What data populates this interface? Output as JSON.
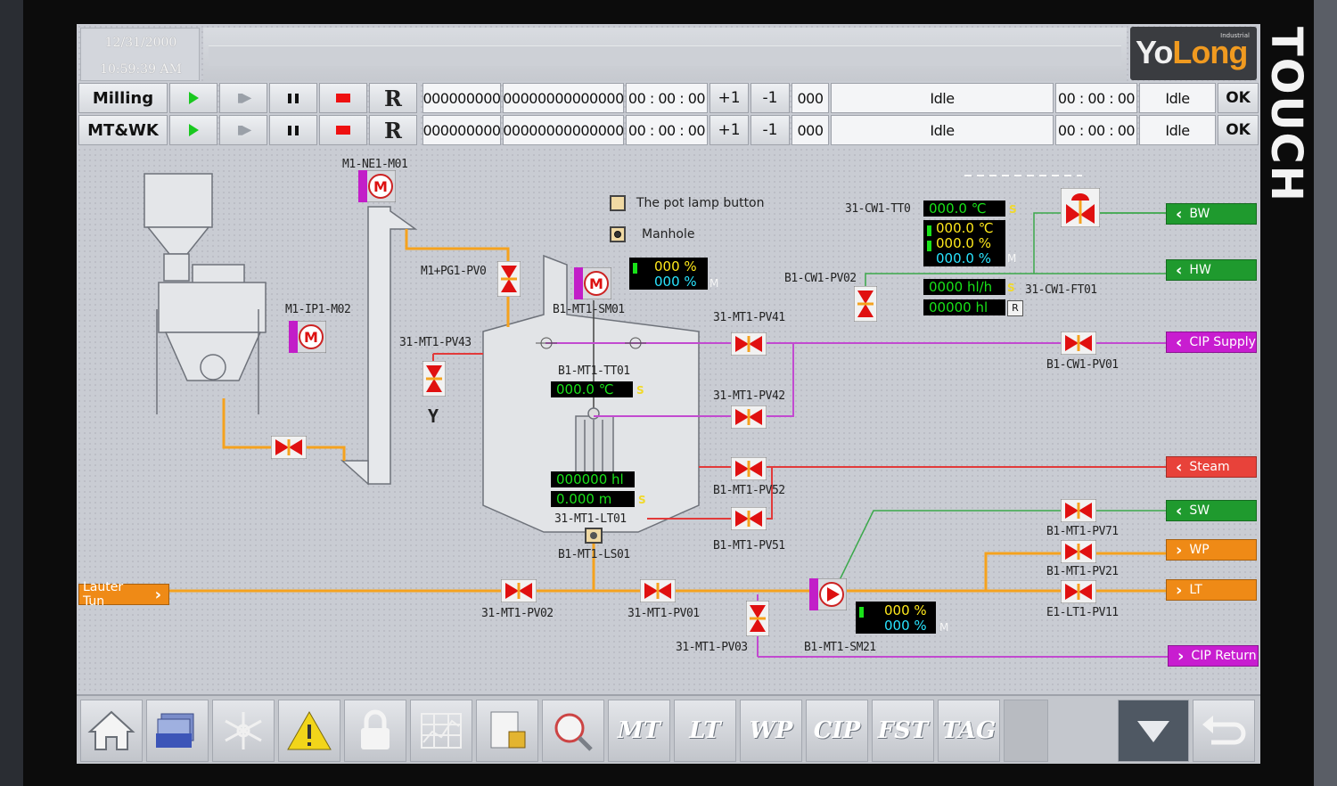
{
  "brand": {
    "side_text": "TOUCH",
    "logo_text_1": "Yo",
    "logo_text_2": "Long",
    "logo_small": "Industrial"
  },
  "header": {
    "date": "12/31/2000",
    "time": "10:59:39 AM"
  },
  "control_rows": [
    {
      "label": "Milling",
      "reset": "R",
      "counter1": "000000000",
      "counter2": "00000000000000",
      "timer1": "00 : 00 : 00",
      "plus": "+1",
      "minus": "-1",
      "step": "000",
      "status": "Idle",
      "timer2": "00 : 00 : 00",
      "state": "Idle",
      "ok": "OK"
    },
    {
      "label": "MT&WK",
      "reset": "R",
      "counter1": "000000000",
      "counter2": "00000000000000",
      "timer1": "00 : 00 : 00",
      "plus": "+1",
      "minus": "-1",
      "step": "000",
      "status": "Idle",
      "timer2": "00 : 00 : 00",
      "state": "Idle",
      "ok": "OK"
    }
  ],
  "tags": {
    "ne1_m01": "M1-NE1-M01",
    "ip1_m02": "M1-IP1-M02",
    "pg1_pv0": "M1+PG1-PV0",
    "pv43": "31-MT1-PV43",
    "sm01": "B1-MT1-SM01",
    "tt01": "B1-MT1-TT01",
    "lt01": "31-MT1-LT01",
    "ls01": "B1-MT1-LS01",
    "pv41": "31-MT1-PV41",
    "pv42": "31-MT1-PV42",
    "pv52": "B1-MT1-PV52",
    "pv51": "B1-MT1-PV51",
    "cw1_tt0": "31-CW1-TT0",
    "cw1_pv02": "B1-CW1-PV02",
    "cw1_ft01": "31-CW1-FT01",
    "cw1_pv01": "B1-CW1-PV01",
    "pv71": "B1-MT1-PV71",
    "pv21": "B1-MT1-PV21",
    "lt1_pv11": "E1-LT1-PV11",
    "pv02": "31-MT1-PV02",
    "pv01": "31-MT1-PV01",
    "pv03": "31-MT1-PV03",
    "sm21": "B1-MT1-SM21",
    "y_mark": "Y"
  },
  "legend": {
    "pot_lamp": "The pot lamp button",
    "manhole": "Manhole"
  },
  "displays": {
    "sm01_a": "000 %",
    "sm01_b": "000 %",
    "sm01_unit": "M",
    "tt01": "000.0 ℃",
    "tt01_unit": "S",
    "vol": "000000 hl",
    "level": "0.000 m",
    "level_unit": "S",
    "cw_temp_sp": "000.0 ℃",
    "cw_temp_sp_unit": "S",
    "cw_temp": "000.0 ℃",
    "cw_pct1": "000.0 %",
    "cw_pct2": "000.0 %",
    "cw_unit": "M",
    "flow": "0000 hl/h",
    "flow_unit": "S",
    "total": "00000 hl",
    "total_unit": "R",
    "sm21_a": "000 %",
    "sm21_b": "000 %",
    "sm21_unit": "M"
  },
  "connectors": {
    "bw": "BW",
    "hw": "HW",
    "cip_supply": "CIP Supply",
    "steam": "Steam",
    "sw": "SW",
    "wp": "WP",
    "lt": "LT",
    "cip_return": "CIP Return",
    "lauter": "Lauter Tun"
  },
  "nav": {
    "mt": "MT",
    "lt": "LT",
    "wp": "WP",
    "cip": "CIP",
    "fst": "FST",
    "tag": "TAG"
  },
  "colors": {
    "orange_pipe": "#f5a21e",
    "magenta_pipe": "#c24ad0",
    "red_pipe": "#e23a3a",
    "green_pipe": "#3aa84a",
    "bw_green": "#1f9a2e",
    "cip_magenta": "#c81dd0",
    "steam_red": "#e8423a",
    "orange_conn": "#ef8a16"
  }
}
